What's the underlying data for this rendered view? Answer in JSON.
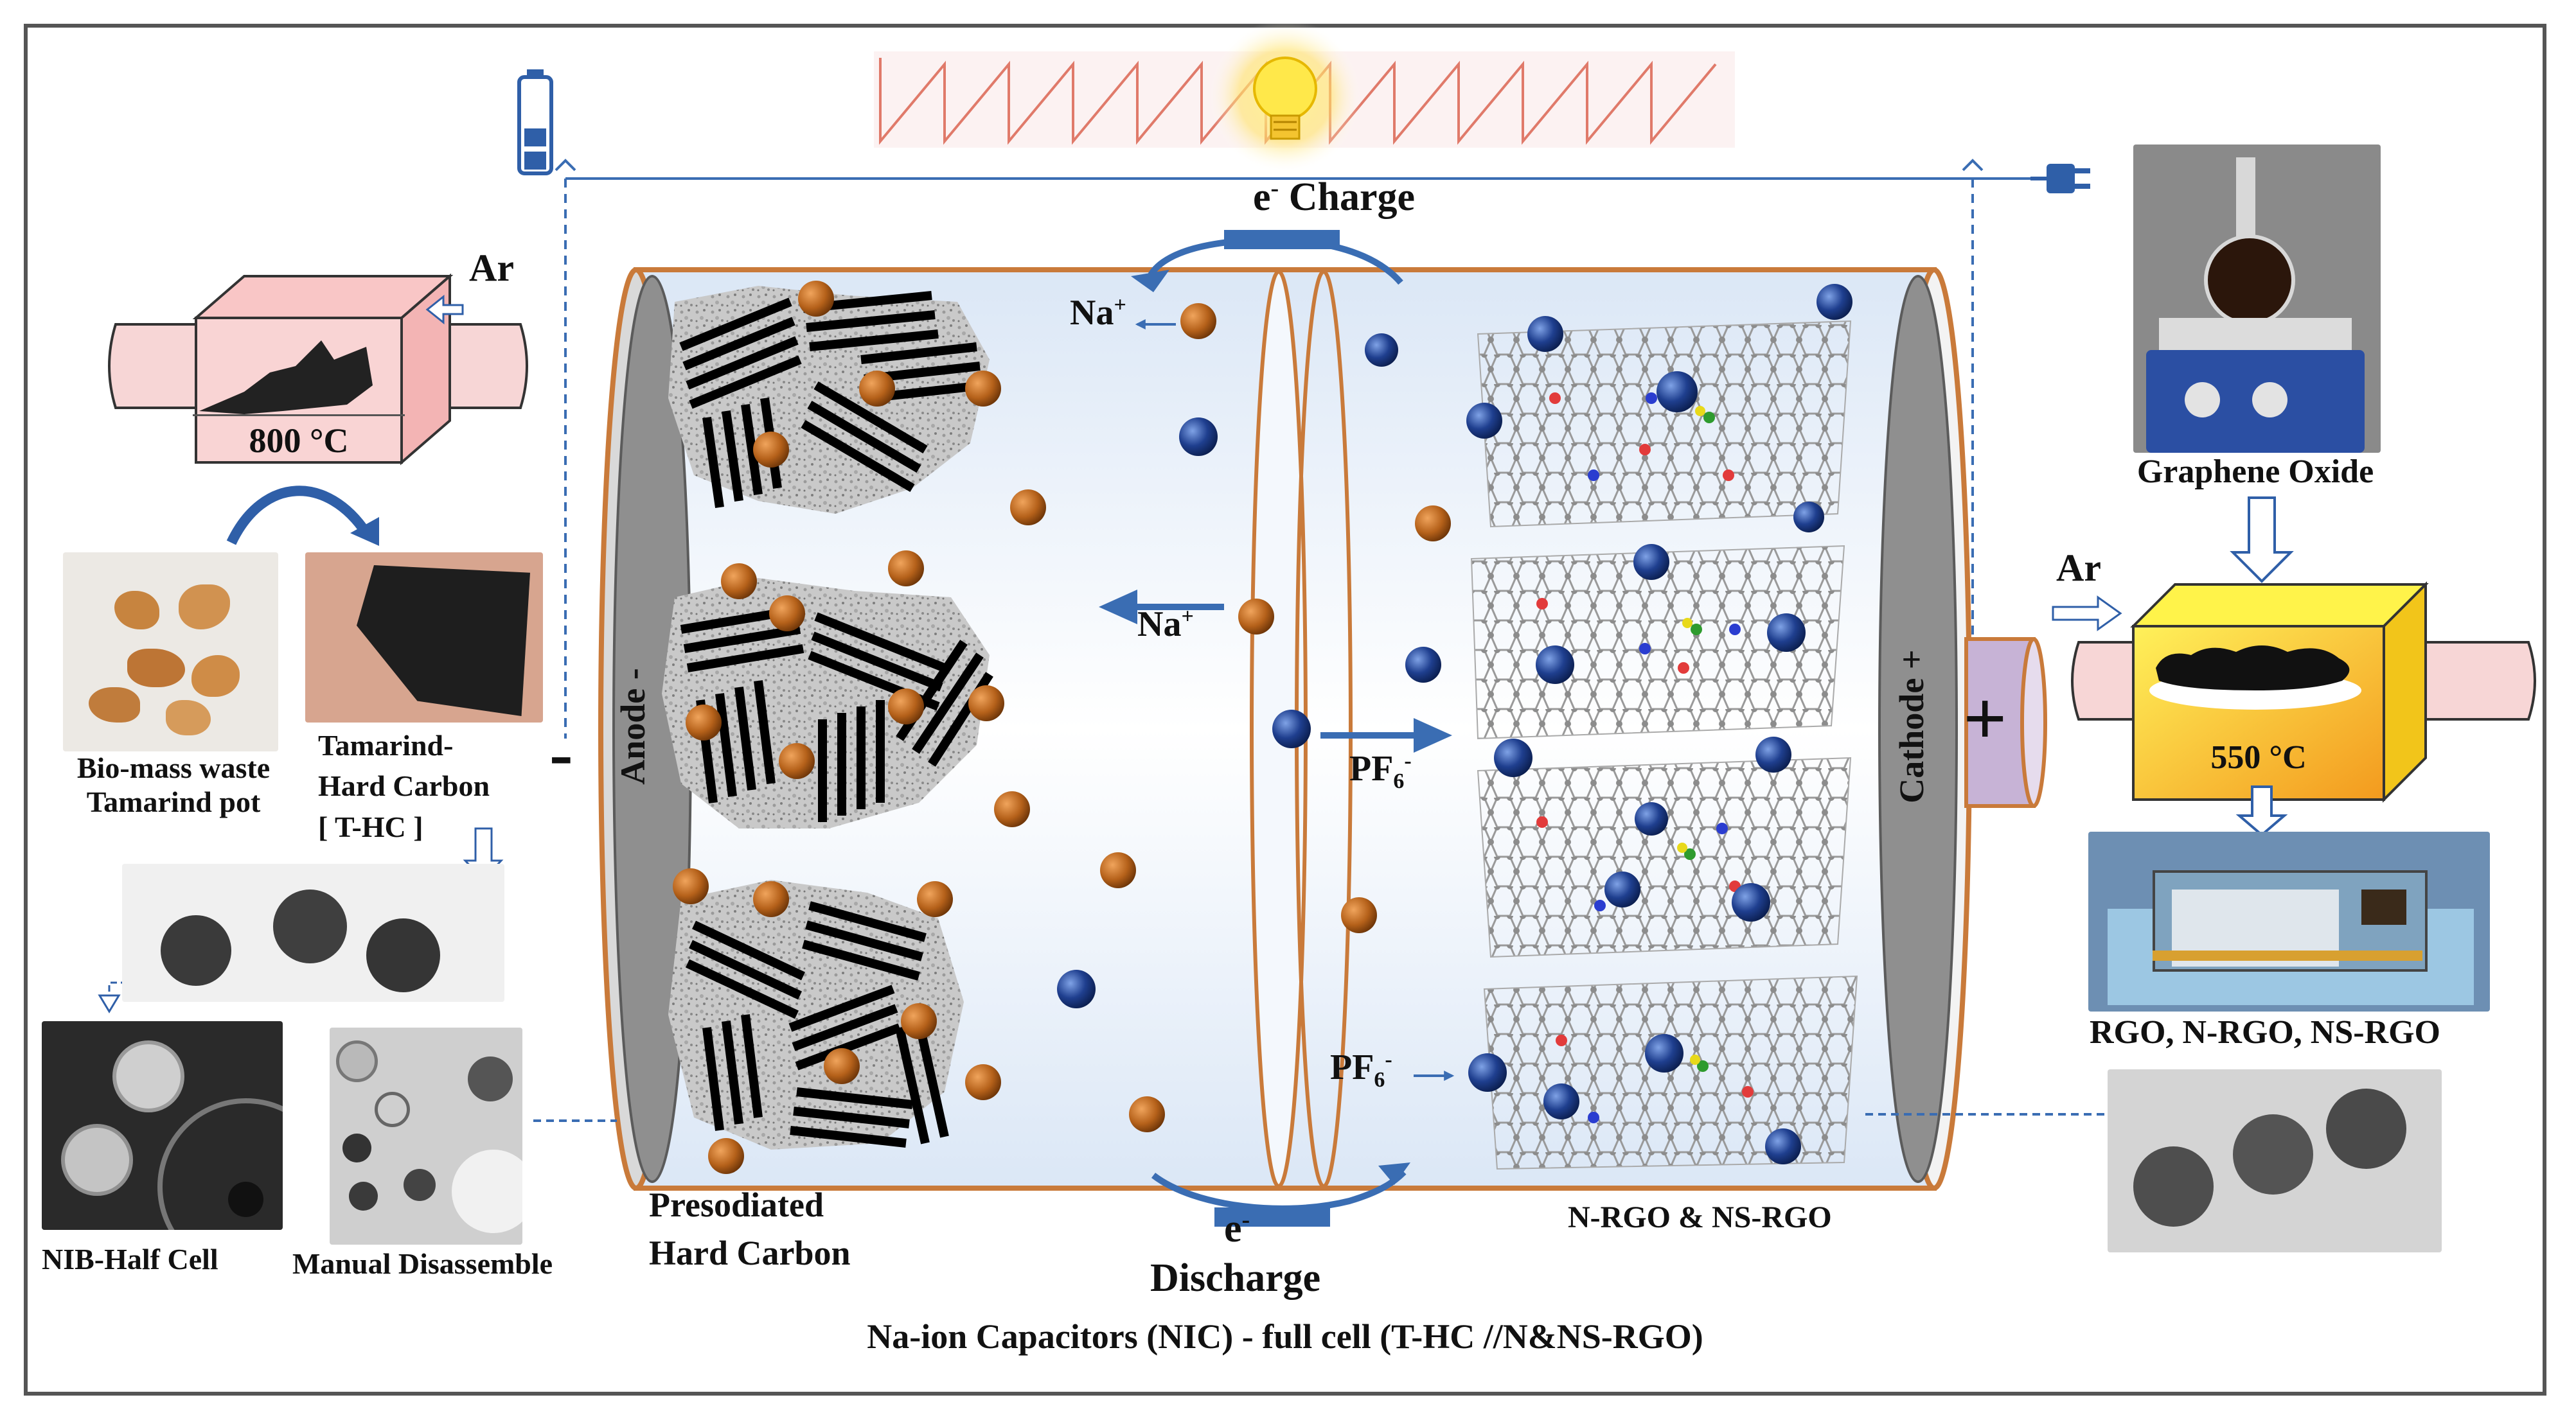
{
  "diagram": {
    "caption": "Na-ion Capacitors (NIC) - full cell (T-HC //N&NS-RGO)",
    "left_process": {
      "gas": "Ar",
      "furnace_temp": "800 °C",
      "biomass_label": "Bio-mass waste Tamarind pot",
      "hard_carbon_label_line1": "Tamarind-",
      "hard_carbon_label_line2": "Hard Carbon",
      "hard_carbon_label_line3": "[ T-HC ]",
      "half_cell_label": "NIB-Half Cell",
      "disassemble_label": "Manual Disassemble"
    },
    "right_process": {
      "graphene_oxide_label": "Graphene Oxide",
      "gas": "Ar",
      "furnace_temp": "550 °C",
      "rgo_label": "RGO, N-RGO, NS-RGO"
    },
    "cell": {
      "anode_label": "Anode -",
      "cathode_label": "Cathode +",
      "minus_sign": "-",
      "plus_sign": "+",
      "anode_material_line1": "Presodiated",
      "anode_material_line2": "Hard Carbon",
      "cathode_material": "N-RGO & NS-RGO",
      "charge_label": "Charge",
      "discharge_label": "Discharge",
      "electron_symbol": "e",
      "electron_charge": "-",
      "na_symbol": "Na",
      "na_charge": "+",
      "pf6_symbol": "PF",
      "pf6_sub": "6",
      "pf6_charge": "-"
    },
    "colors": {
      "na_ion": "#b5611a",
      "pf6_ion": "#1f3f8f",
      "arrow_blue": "#3a6db3",
      "furnace_left": "#f7c9c9",
      "furnace_right": "#f5d51e",
      "cell_body": "#eef4fb",
      "cell_border": "#c97a3a",
      "current_collector": "#8a8a8a"
    },
    "icons": [
      "battery-icon",
      "light-bulb-icon",
      "plug-icon",
      "curved-arrow-icon"
    ]
  }
}
